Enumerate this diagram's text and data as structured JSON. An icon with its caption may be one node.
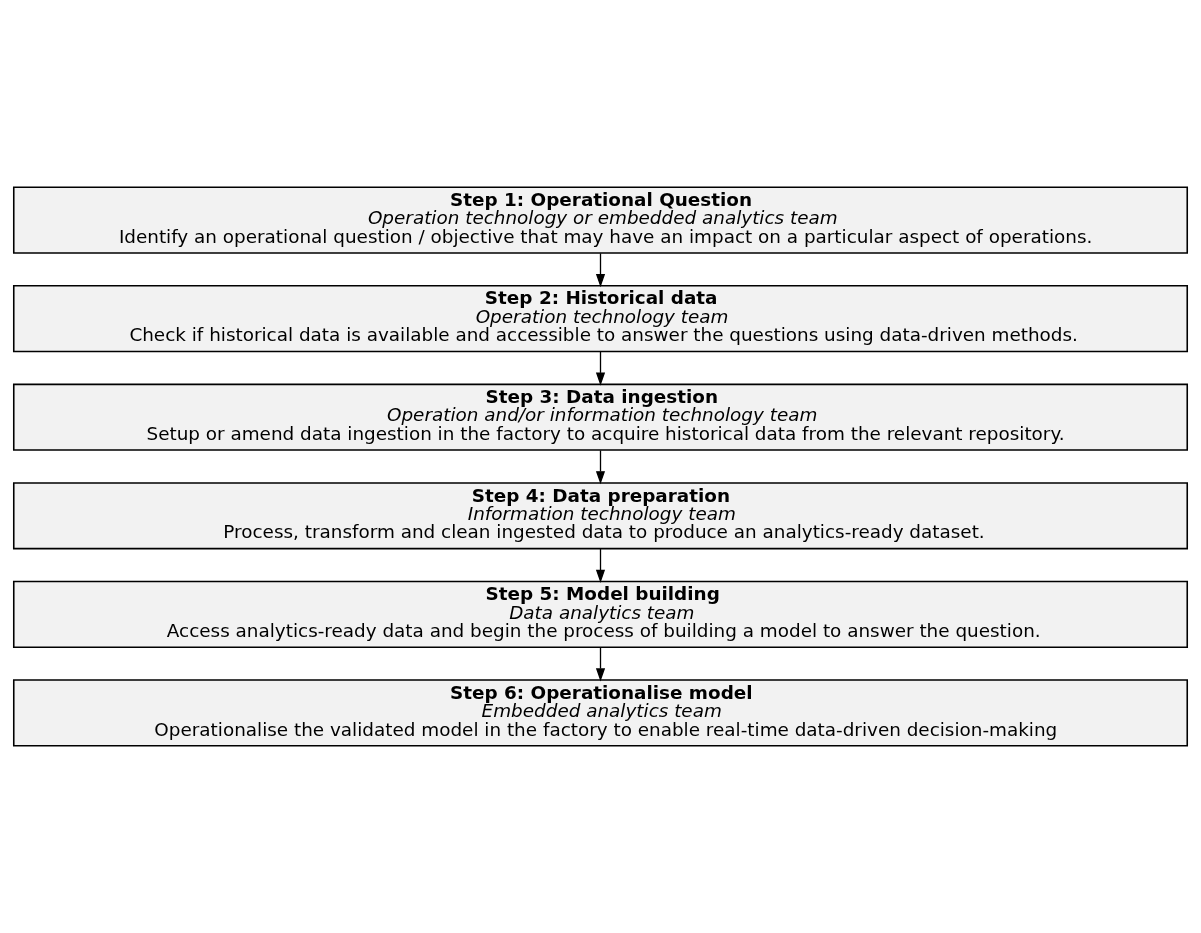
{
  "diagram": {
    "nodes": [
      {
        "text": [
          "Step 1: Operational Question",
          "Operation technology or embedded analytics team",
          "Identify an operational question / objective that may have an impact on a particular aspect of operations."
        ]
      },
      {
        "text": [
          "Step 2: Historical data",
          "Operation technology team",
          "Check if historical data is available and accessible to answer the questions using data-driven methods."
        ]
      },
      {
        "text": [
          "Step 3: Data ingestion",
          "Operation and/or information technology team",
          "Setup or amend data ingestion in the factory to acquire historical data from the relevant repository."
        ]
      },
      {
        "text": [
          "Step 4: Data preparation",
          "Information technology team",
          "Process, transform and clean ingested data to produce an analytics-ready dataset."
        ]
      },
      {
        "text": [
          "Step 5: Model building",
          "Data analytics team",
          "Access analytics-ready data and begin the process of building a model to answer the question."
        ]
      },
      {
        "text": [
          "Step 6: Operationalise model",
          "Embedded analytics team",
          "Operationalise the validated model in the factory to enable real-time data-driven decision-making"
        ]
      }
    ],
    "edges": [
      {
        "from": 0,
        "to": 1,
        "arrow": "to"
      },
      {
        "from": 1,
        "to": 2,
        "arrow": "to"
      },
      {
        "from": 2,
        "to": 3,
        "arrow": "to"
      },
      {
        "from": 3,
        "to": 4,
        "arrow": "to"
      },
      {
        "from": 4,
        "to": 5,
        "arrow": "to"
      }
    ]
  }
}
